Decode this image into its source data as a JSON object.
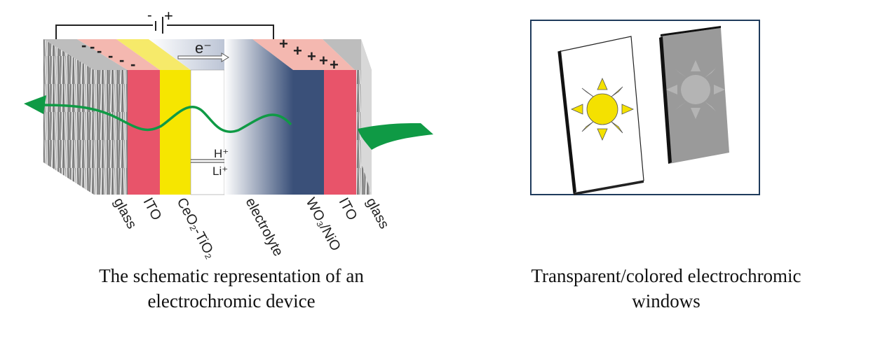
{
  "device": {
    "labels": {
      "glass_left": "glass",
      "ito_left": "ITO",
      "ceo2_tio2": "CeO₂-TiO₂",
      "electrolyte": "electrolyte",
      "wo3_nio": "WO₃/NiO",
      "ito_right": "ITO",
      "glass_right": "glass"
    },
    "electron": "e⁻",
    "ion_h": "H⁺",
    "ion_li": "Li⁺",
    "battery_minus": "-",
    "battery_plus": "+",
    "neg_charges": [
      "-",
      "-",
      "-",
      "-",
      "-",
      "-"
    ],
    "pos_charges": [
      "+",
      "+",
      "+",
      "+",
      "+"
    ],
    "colors": {
      "ito": "#e8546a",
      "ceo2": "#f6e600",
      "wo3": "#3a5079",
      "charge_bg_left": "#f4b8b0",
      "arrow": "#0f9a45"
    }
  },
  "windows": {
    "colors": {
      "frame": "#1f3b5c",
      "sun": "#f4e100",
      "tinted": "#9a9a9a"
    }
  },
  "captions": {
    "left": [
      "The schematic representation of an",
      "electrochromic device"
    ],
    "right": [
      "Transparent/colored electrochromic",
      "windows"
    ]
  }
}
